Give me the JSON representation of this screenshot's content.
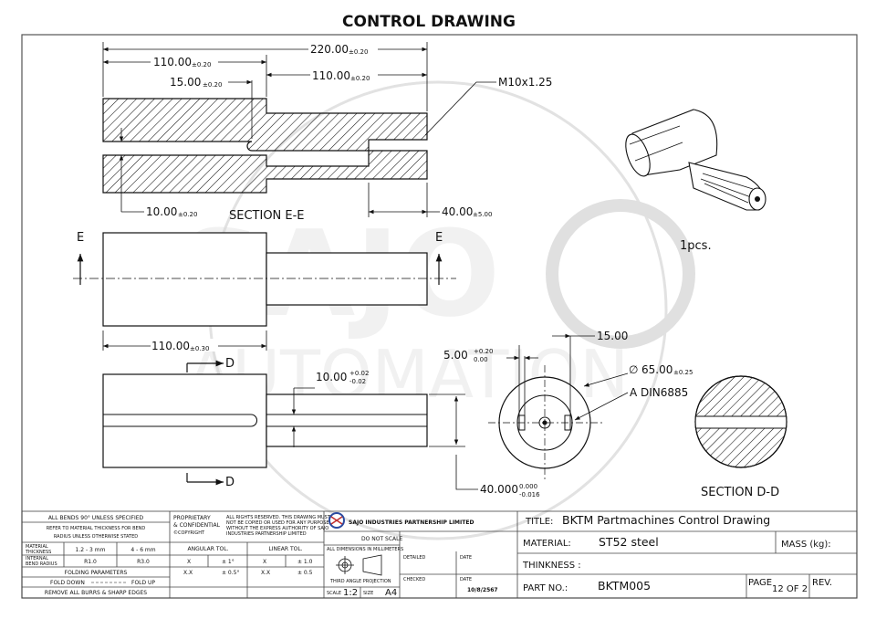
{
  "drawing": {
    "title": "CONTROL DRAWING",
    "views": {
      "section_ee": {
        "label": "SECTION E-E",
        "dims": {
          "overall": "220.00",
          "overall_tol": "±0.20",
          "left_len": "110.00",
          "left_len_tol": "±0.20",
          "right_len": "110.00",
          "right_len_tol": "±0.20",
          "slot_depth": "15.00",
          "slot_depth_tol": "±0.20",
          "slot_w": "10.00",
          "slot_w_tol": "±0.20",
          "thread_depth": "40.00",
          "thread_depth_tol": "±5.00",
          "thread": "M10x1.25"
        }
      },
      "front": {
        "label_left": "E",
        "label_right": "E",
        "dim": "110.00",
        "dim_tol": "±0.30"
      },
      "bottom": {
        "label_top": "D",
        "label_bottom": "D",
        "slot": "10.00",
        "slot_tol_up": "+0.02",
        "slot_tol_dn": "-0.02",
        "dia": "40.000",
        "dia_tol_up": "0.000",
        "dia_tol_dn": "-0.016"
      },
      "end": {
        "slot_w": "5.00",
        "slot_w_tol_up": "+0.20",
        "slot_w_tol_dn": "0.00",
        "slot_d": "15.00",
        "dia": "65.00",
        "dia_tol": "±0.25",
        "dia_sym": "∅",
        "center": "A DIN6885"
      },
      "section_dd": {
        "label": "SECTION D-D"
      },
      "quantity": "1pcs."
    },
    "watermark": {
      "brand": "SAJO",
      "sub": "AUTOMATION"
    }
  },
  "titleblock": {
    "notes": {
      "l1": "ALL BENDS 90° UNLESS SPECIFIED",
      "l2a": "REFER TO MATERIAL THICKNESS FOR BEND",
      "l2b": "RADIUS UNLESS OTHERWISE STATED",
      "mat_thk_a": "MATERIAL",
      "mat_thk_b": "THICKNESS",
      "mat_thk_1": "1.2 - 3 mm",
      "mat_thk_2": "4 - 6 mm",
      "int_bend_a": "INTERNAL",
      "int_bend_b": "BEND RADIUS",
      "int_bend_1": "R1.0",
      "int_bend_2": "R3.0",
      "folding": "FOLDING PARAMETERS",
      "fold_down": "FOLD DOWN",
      "fold_up": "FOLD UP",
      "burrs": "REMOVE ALL BURRS & SHARP EDGES"
    },
    "proprietary": {
      "p1": "PROPRIETARY",
      "p2": "& CONFIDENTIAL",
      "p3": "©COPYRIGHT",
      "r1": "ALL RIGHTS RESERVED. THIS DRAWING MUST",
      "r2": "NOT BE COPIED OR USED FOR ANY PURPOSE",
      "r3": "WITHOUT THE EXPRESS AUTHORITY OF SAJO",
      "r4": "INDUSTRIES PARTNERSHIP LIMITED",
      "ang_tol": "ANGULAR TOL.",
      "lin_tol": "LINEAR TOL.",
      "a_x": "X",
      "a_x_val": "± 1°",
      "a_xx": "X.X",
      "a_xx_val": "± 0.5°",
      "l_x": "X",
      "l_x_val": "± 1.0",
      "l_xx": "X.X",
      "l_xx_val": "± 0.5"
    },
    "company": {
      "name": "SAJO INDUSTRIES PARTNERSHIP LIMITED",
      "scale_note": "DO NOT SCALE",
      "dims_note": "ALL DIMENSIONS IN MILLIMETERS",
      "projection": "THIRD ANGLE PROJECTION",
      "scale_lbl": "SCALE",
      "scale": "1:2",
      "size_lbl": "SIZE",
      "size": "A4",
      "detailed": "DETAILED",
      "checked": "CHECKED",
      "date_lbl": "DATE",
      "date_checked": "10/8/2567"
    },
    "info": {
      "title_lbl": "TITLE:",
      "title": "BKTM Partmachines Control Drawing",
      "material_lbl": "MATERIAL:",
      "material": "ST52 steel",
      "mass_lbl": "MASS (kg):",
      "thk_lbl": "THINKNESS :",
      "part_lbl": "PART NO.:",
      "part": "BKTM005",
      "page_lbl": "PAGE",
      "page": "12 OF 2",
      "rev_lbl": "REV."
    }
  }
}
